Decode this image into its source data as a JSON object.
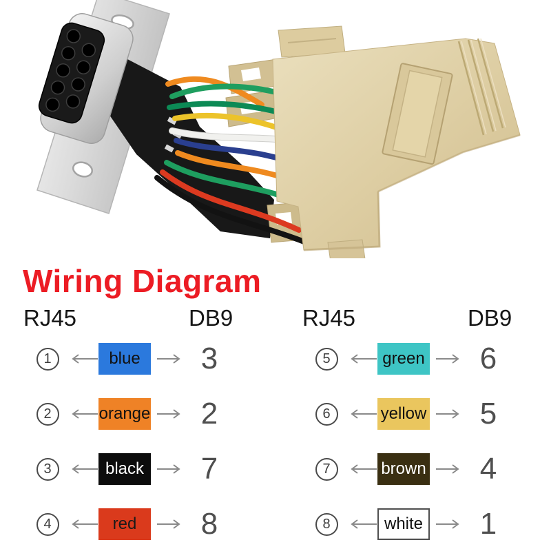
{
  "title": {
    "text": "Wiring Diagram",
    "color": "#ec1c24"
  },
  "photo": {
    "description": "DB9 female connector with multicolored wires attached to a beige RJ45 modular adapter shell",
    "housing_color": "#dccb9e",
    "connector_metal_color": "#d6d6d6",
    "backshell_color": "#181818",
    "wire_colors": [
      "#ef8a1f",
      "#1f9e5f",
      "#0c8a55",
      "#ecc32a",
      "#f1f1ee",
      "#2a3f8f",
      "#dc3a20",
      "#121212"
    ]
  },
  "columns": [
    {
      "rj45_header": "RJ45",
      "db9_header": "DB9",
      "rows": [
        {
          "rj45_pin": "1",
          "wire_label": "blue",
          "box_color": "#2b79dd",
          "label_color": "#111111",
          "border_color": "#2b79dd",
          "db9_pin": "3"
        },
        {
          "rj45_pin": "2",
          "wire_label": "orange",
          "box_color": "#ef8226",
          "label_color": "#111111",
          "border_color": "#ef8226",
          "db9_pin": "2"
        },
        {
          "rj45_pin": "3",
          "wire_label": "black",
          "box_color": "#0c0c0c",
          "label_color": "#ffffff",
          "border_color": "#0c0c0c",
          "db9_pin": "7"
        },
        {
          "rj45_pin": "4",
          "wire_label": "red",
          "box_color": "#da3a1c",
          "label_color": "#1a1a1a",
          "border_color": "#da3a1c",
          "db9_pin": "8"
        }
      ]
    },
    {
      "rj45_header": "RJ45",
      "db9_header": "DB9",
      "rows": [
        {
          "rj45_pin": "5",
          "wire_label": "green",
          "box_color": "#3ec5c5",
          "label_color": "#111111",
          "border_color": "#3ec5c5",
          "db9_pin": "6"
        },
        {
          "rj45_pin": "6",
          "wire_label": "yellow",
          "box_color": "#eac65e",
          "label_color": "#111111",
          "border_color": "#eac65e",
          "db9_pin": "5"
        },
        {
          "rj45_pin": "7",
          "wire_label": "brown",
          "box_color": "#3a2f12",
          "label_color": "#ffffff",
          "border_color": "#3a2f12",
          "db9_pin": "4"
        },
        {
          "rj45_pin": "8",
          "wire_label": "white",
          "box_color": "#ffffff",
          "label_color": "#111111",
          "border_color": "#4f4f4f",
          "db9_pin": "1"
        }
      ]
    }
  ]
}
